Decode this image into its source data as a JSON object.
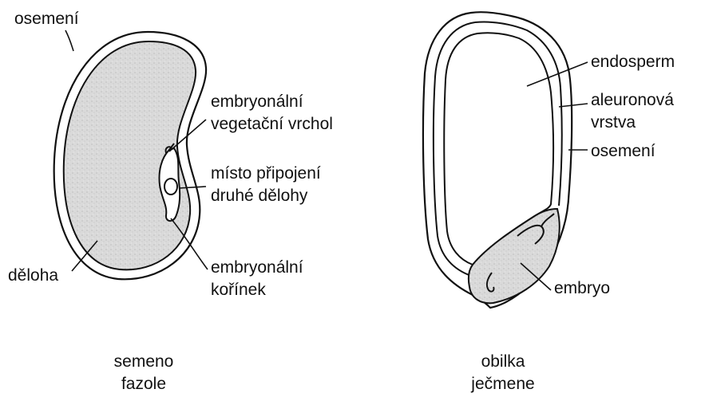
{
  "bean": {
    "labels": {
      "seed_coat": "osemení",
      "shoot_tip_line1": "embryonální",
      "shoot_tip_line2": "vegetační vrchol",
      "cotyledon_attach_line1": "místo připojení",
      "cotyledon_attach_line2": "druhé dělohy",
      "cotyledon": "děloha",
      "radicle_line1": "embryonální",
      "radicle_line2": "kořínek"
    },
    "caption_line1": "semeno",
    "caption_line2": "fazole"
  },
  "barley": {
    "labels": {
      "endosperm": "endosperm",
      "aleurone_line1": "aleuronová",
      "aleurone_line2": "vrstva",
      "seed_coat": "osemení",
      "embryo": "embryo"
    },
    "caption_line1": "obilka",
    "caption_line2": "ječmene"
  },
  "colors": {
    "outline": "#111111",
    "fill_speckle": "#d9d9d9",
    "background": "#ffffff"
  }
}
